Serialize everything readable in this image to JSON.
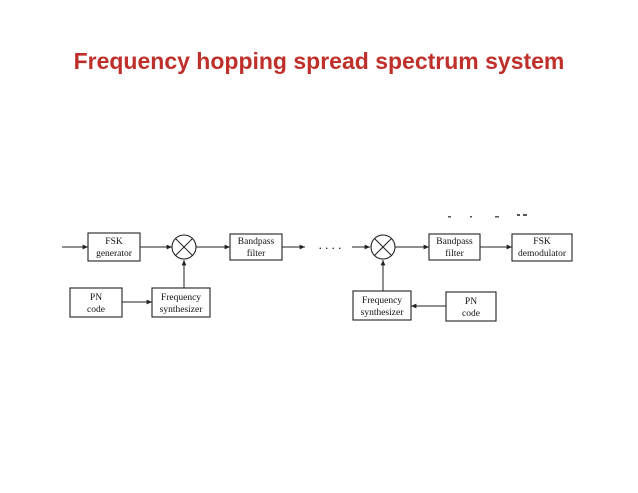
{
  "title": "Frequency hopping spread spectrum system",
  "colors": {
    "title": "#c0302b",
    "lines": "#222222"
  },
  "transmitter": {
    "fsk_generator": [
      "FSK",
      "generator"
    ],
    "pn_code": [
      "PN",
      "code"
    ],
    "frequency_synthesizer": [
      "Frequency",
      "synthesizer"
    ],
    "bandpass_filter": [
      "Bandpass",
      "filter"
    ]
  },
  "channel_dots": ". . . .",
  "receiver": {
    "frequency_synthesizer": [
      "Frequency",
      "synthesizer"
    ],
    "pn_code": [
      "PN",
      "code"
    ],
    "bandpass_filter": [
      "Bandpass",
      "filter"
    ],
    "fsk_demodulator": [
      "FSK",
      "demodulator"
    ]
  }
}
